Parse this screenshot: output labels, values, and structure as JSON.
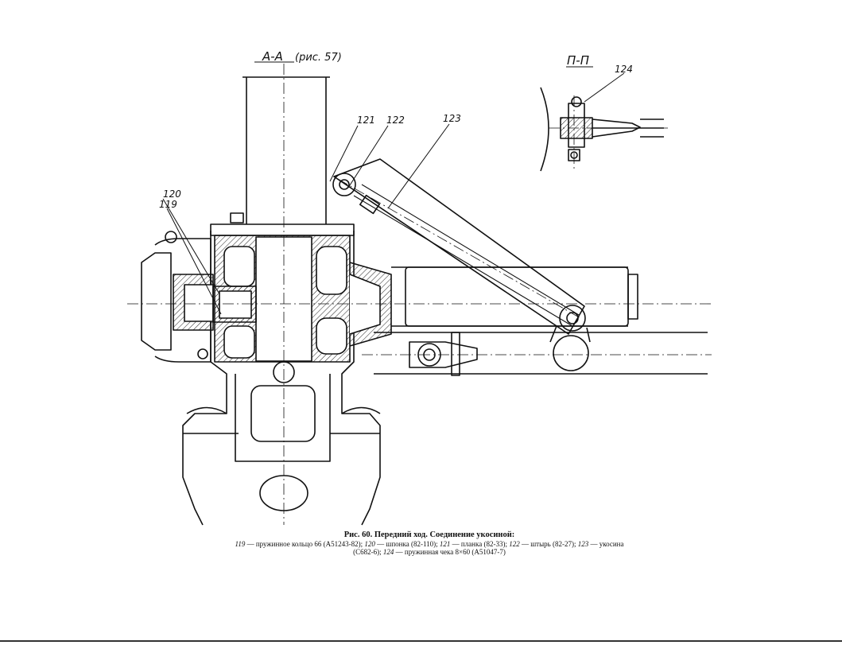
{
  "view_labels": {
    "section_a": "А-А",
    "section_a_ref": "(рис. 57)",
    "section_p": "П-П"
  },
  "callouts": {
    "c119": "119",
    "c120": "120",
    "c121": "121",
    "c122": "122",
    "c123": "123",
    "c124": "124"
  },
  "caption": {
    "title": "Рис. 60. Передний ход. Соединение укосиной:",
    "n119": "119",
    "d119": " — пружинное кольцо 66 (А51243-82); ",
    "n120": "120",
    "d120": " — шпонка (82-110); ",
    "n121": "121",
    "d121": " — планка (82-33); ",
    "n122": "122",
    "d122": " — штырь (82-27); ",
    "n123": "123",
    "d123": " — укосина (С682-6); ",
    "n124": "124",
    "d124": " — пружинная чека 8×60 (А51047-7)"
  }
}
